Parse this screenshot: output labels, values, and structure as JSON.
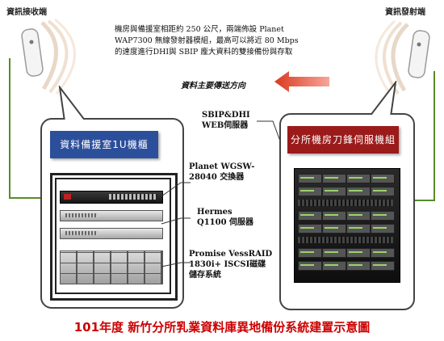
{
  "top": {
    "receiver_label": "資訊接收端",
    "sender_label": "資訊發射端",
    "description_lines": [
      "機房與備援室相距約 250 公尺，兩端佈設 Planet",
      "WAP7300 無線發射器模組，最高可以將近 80 Mbps",
      "的速度進行DHI與 SBIP 龐大資料的雙接備份與存取"
    ],
    "flow_label": "資料主要傳送方向"
  },
  "left_panel": {
    "header": "資料備援室1U機櫃",
    "devices": [
      {
        "label": "Planet WGSW-\n28040 交換器"
      },
      {
        "label": "Hermes\nQ1100 伺服器"
      },
      {
        "label": "Promise VessRAID\n1830i+ ISCSI磁碟\n儲存系統"
      }
    ]
  },
  "right_panel": {
    "header": "分所機房刀鋒伺服機組"
  },
  "server_label": "SBIP&DHI\nWEB伺服器",
  "bottom_title": "101年度 新竹分所乳業資料庫異地備份系統建置示意圖",
  "colors": {
    "title_red": "#cc0000",
    "arrow_red": "#e24a2a",
    "link_green": "#5a8a2a",
    "blue_header": "#2c4f9c",
    "red_header": "#9b1b1b"
  }
}
